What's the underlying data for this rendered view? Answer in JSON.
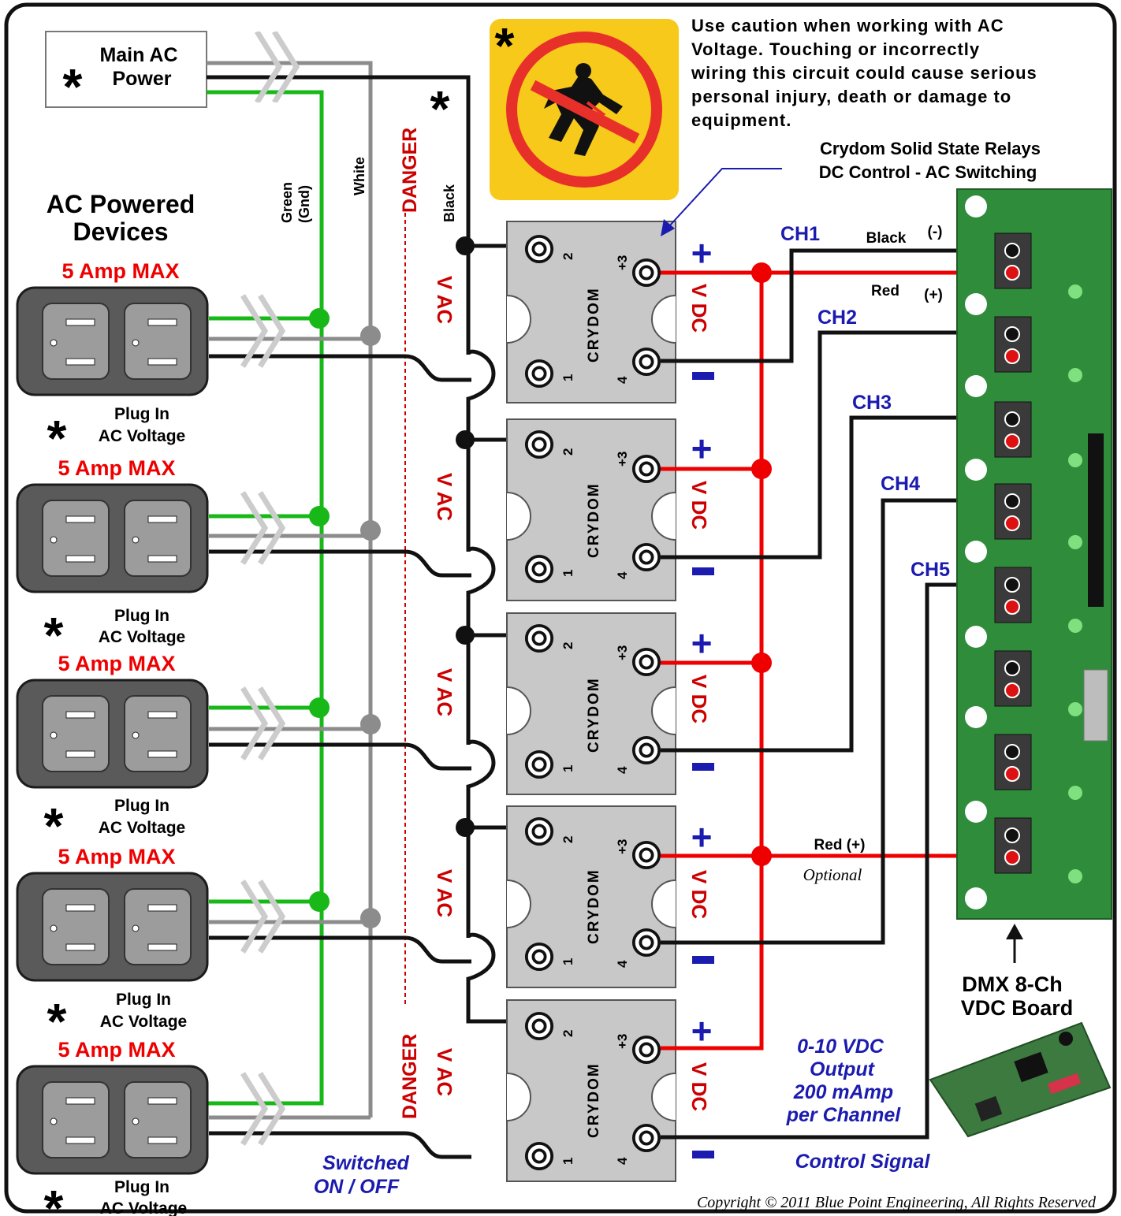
{
  "main_power": {
    "line1": "Main AC",
    "line2": "Power"
  },
  "asterisk": "*",
  "wires": {
    "green": "Green",
    "gnd": "(Gnd)",
    "white": "White",
    "black": "Black"
  },
  "danger_label": "DANGER",
  "devices": {
    "title_line1": "AC Powered",
    "title_line2": "Devices",
    "max_label": "5 Amp MAX",
    "plug_line1": "Plug In",
    "plug_line2": "AC Voltage"
  },
  "relay": {
    "brand": "CRYDOM",
    "vac": "V AC",
    "vdc": "V DC",
    "plus": "+",
    "minus": "-",
    "pin2": "2",
    "pin1": "1",
    "pin3": "+3",
    "pin4": "4"
  },
  "caution": {
    "line1": "Use caution when working with AC",
    "line2": "Voltage. Touching or incorrectly",
    "line3": "wiring this circuit could cause serious",
    "line4": "personal injury, death or damage to",
    "line5": "equipment."
  },
  "relays_title": {
    "line1": "Crydom Solid State Relays",
    "line2": "DC Control -  AC Switching"
  },
  "channels": [
    "CH1",
    "CH2",
    "CH3",
    "CH4",
    "CH5"
  ],
  "ch1_black": "Black",
  "ch1_black_sign": "(-)",
  "ch1_red": "Red",
  "ch1_red_sign": "(+)",
  "red_plus": "Red (+)",
  "optional": "Optional",
  "dmx": {
    "line1": "DMX  8-Ch",
    "line2": "VDC Board"
  },
  "output": {
    "line1": "0-10 VDC",
    "line2": "Output",
    "line3": "200 mAmp",
    "line4": "per Channel"
  },
  "control_signal": "Control Signal",
  "switched": {
    "line1": "Switched",
    "line2": "ON / OFF"
  },
  "copyright": "Copyright © 2011  Blue Point Engineering,  All Rights Reserved",
  "colors": {
    "red": "#ee0000",
    "darkred": "#cc0000",
    "blue": "#1b1bb0",
    "green": "#18b818",
    "gray": "#8c8c8c",
    "relay": "#c8c8c8",
    "board": "#2f8c3a",
    "outlet": "#5a5a5a",
    "sign": "#f7c91a"
  }
}
